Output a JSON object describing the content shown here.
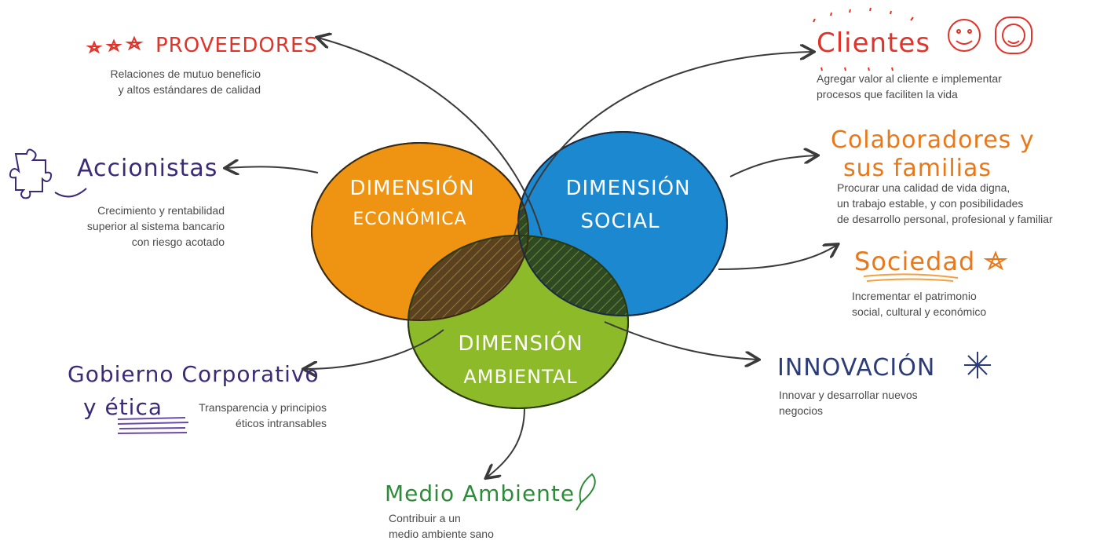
{
  "colors": {
    "economic": "#ef9312",
    "social": "#1c88d0",
    "environmental": "#8cba28",
    "overlap": "#2f4a22",
    "arrow": "#3a3a3a",
    "red": "#e0332a",
    "purple": "#3b2a78",
    "orange": "#e8781a",
    "green": "#2e8b3a",
    "navy": "#2c3c78"
  },
  "circles": {
    "economic": {
      "line1": "DIMENSIÓN",
      "line2": "ECONÓMICA"
    },
    "social": {
      "line1": "DIMENSIÓN",
      "line2": "SOCIAL"
    },
    "environmental": {
      "line1": "DIMENSIÓN",
      "line2": "AMBIENTAL"
    }
  },
  "stakeholders": {
    "proveedores": {
      "title": "PROVEEDORES",
      "desc1": "Relaciones de mutuo beneficio",
      "desc2": "y altos estándares de calidad",
      "icon": "stars-icon"
    },
    "clientes": {
      "title": "Clientes",
      "desc1": "Agregar valor al cliente e implementar",
      "desc2": "procesos que faciliten la vida",
      "icon": "smiley-faces-icon"
    },
    "accionistas": {
      "title": "Accionistas",
      "desc1": "Crecimiento y rentabilidad",
      "desc2": "superior al sistema bancario",
      "desc3": "con riesgo acotado",
      "icon": "puzzle-piece-icon"
    },
    "colaboradores": {
      "title1": "Colaboradores y",
      "title2": "sus familias",
      "desc1": "Procurar una calidad de vida digna,",
      "desc2": "un trabajo estable, y con posibilidades",
      "desc3": "de desarrollo personal, profesional y familiar"
    },
    "sociedad": {
      "title": "Sociedad",
      "desc1": "Incrementar el patrimonio",
      "desc2": "social, cultural y económico",
      "icon": "star-icon"
    },
    "gobierno": {
      "title1": "Gobierno Corporativo",
      "title2": "y ética",
      "desc1": "Transparencia y principios",
      "desc2": "éticos intransables"
    },
    "innovacion": {
      "title": "INNOVACIÓN",
      "desc1": "Innovar y desarrollar nuevos",
      "desc2": "negocios",
      "icon": "asterisk-icon"
    },
    "medio": {
      "title": "Medio Ambiente",
      "desc1": "Contribuir a un",
      "desc2": "medio ambiente sano",
      "icon": "leaf-icon"
    }
  }
}
